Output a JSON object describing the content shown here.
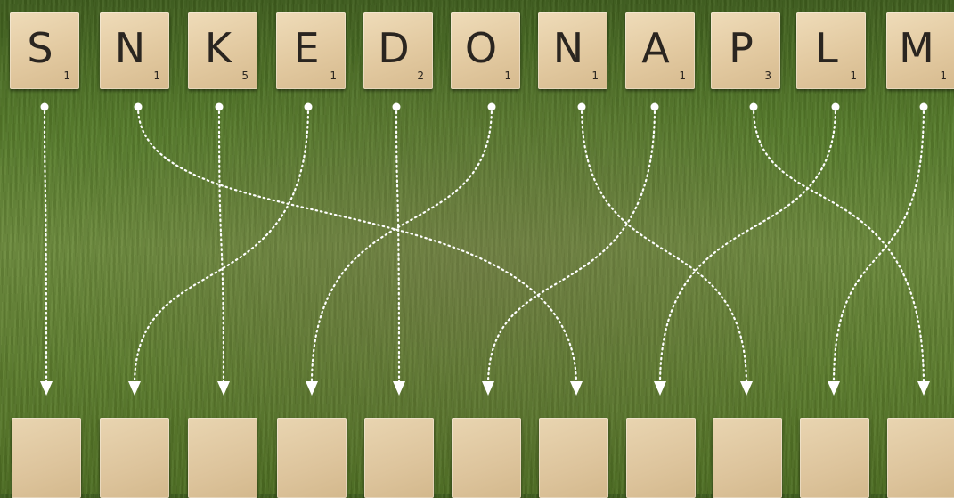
{
  "source_tiles": [
    {
      "letter": "S",
      "score": "1"
    },
    {
      "letter": "N",
      "score": "1"
    },
    {
      "letter": "K",
      "score": "5"
    },
    {
      "letter": "E",
      "score": "1"
    },
    {
      "letter": "D",
      "score": "2"
    },
    {
      "letter": "O",
      "score": "1"
    },
    {
      "letter": "N",
      "score": "1"
    },
    {
      "letter": "A",
      "score": "1"
    },
    {
      "letter": "P",
      "score": "3"
    },
    {
      "letter": "L",
      "score": "1"
    },
    {
      "letter": "M",
      "score": "1"
    }
  ],
  "target_slots": [
    "",
    "",
    "",
    "",
    "",
    "",
    "",
    "",
    "",
    "",
    ""
  ],
  "mapping": [
    0,
    6,
    2,
    1,
    4,
    3,
    8,
    5,
    10,
    7,
    9
  ],
  "colors": {
    "tile": "#e6cfa7",
    "text": "#2a2520",
    "arrow": "#ffffff"
  }
}
